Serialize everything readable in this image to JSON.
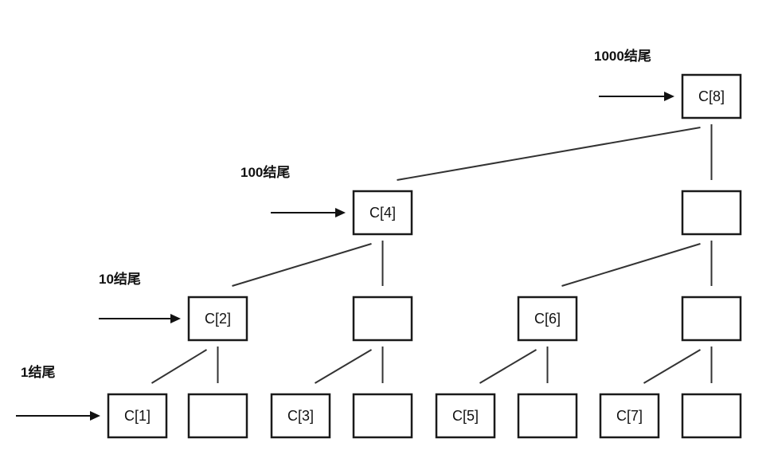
{
  "nodes": [
    {
      "id": "c8",
      "label": "C[8]"
    },
    {
      "id": "c4",
      "label": "C[4]"
    },
    {
      "id": "r2a",
      "label": ""
    },
    {
      "id": "c2",
      "label": "C[2]"
    },
    {
      "id": "r1b",
      "label": ""
    },
    {
      "id": "c6",
      "label": "C[6]"
    },
    {
      "id": "r1d",
      "label": ""
    },
    {
      "id": "c1",
      "label": "C[1]"
    },
    {
      "id": "r0b",
      "label": ""
    },
    {
      "id": "c3",
      "label": "C[3]"
    },
    {
      "id": "r0d",
      "label": ""
    },
    {
      "id": "c5",
      "label": "C[5]"
    },
    {
      "id": "r0f",
      "label": ""
    },
    {
      "id": "c7",
      "label": "C[7]"
    },
    {
      "id": "r0h",
      "label": ""
    }
  ],
  "edges": [
    [
      "c8",
      "c4"
    ],
    [
      "c8",
      "r2a"
    ],
    [
      "c4",
      "c2"
    ],
    [
      "c4",
      "r1b"
    ],
    [
      "r2a",
      "c6"
    ],
    [
      "r2a",
      "r1d"
    ],
    [
      "c2",
      "c1"
    ],
    [
      "c2",
      "r0b"
    ],
    [
      "r1b",
      "c3"
    ],
    [
      "r1b",
      "r0d"
    ],
    [
      "c6",
      "c5"
    ],
    [
      "c6",
      "r0f"
    ],
    [
      "r1d",
      "c7"
    ],
    [
      "r1d",
      "r0h"
    ]
  ],
  "level_labels": [
    {
      "text": "1000结尾",
      "target": "c8"
    },
    {
      "text": "100结尾",
      "target": "c4"
    },
    {
      "text": "10结尾",
      "target": "c2"
    },
    {
      "text": "1结尾",
      "target": "c1"
    }
  ]
}
